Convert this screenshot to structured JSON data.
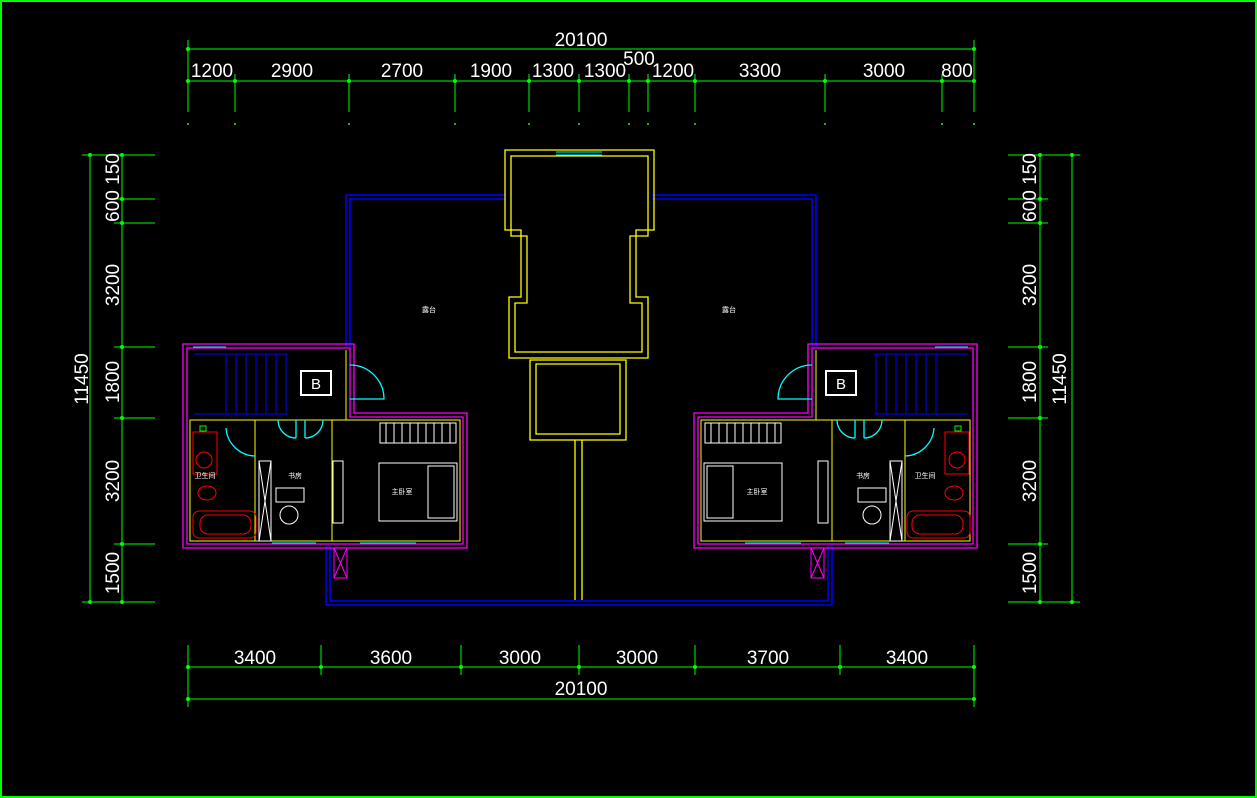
{
  "drawing": {
    "top_total": "20100",
    "bottom_total": "20100",
    "top_overlap_label": "500",
    "top_segments": [
      "1200",
      "2900",
      "2700",
      "1900",
      "1300",
      "1300",
      "1200",
      "3300",
      "3000",
      "800"
    ],
    "bottom_segments": [
      "3400",
      "3600",
      "3000",
      "3000",
      "3700",
      "3400"
    ],
    "left_total": "11450",
    "right_total": "11450",
    "left_segments": [
      "150",
      "600",
      "3200",
      "1800",
      "3200",
      "1500"
    ],
    "right_segments": [
      "150",
      "600",
      "3200",
      "1800",
      "3200",
      "1500"
    ],
    "rooms": {
      "terrace": "露台",
      "master_bedroom": "主卧室",
      "study": "书房",
      "bathroom": "卫生间"
    },
    "stair_tag": "B"
  },
  "colors": {
    "frame": "#00ff00",
    "dimension": "#00ff00",
    "outer_wall": "#0000ff",
    "wall_outline": "#ff00ff",
    "core_wall": "#ffff00",
    "door_swing": "#00ffff",
    "fixture": "#ff0000",
    "furniture": "#ffffff"
  }
}
